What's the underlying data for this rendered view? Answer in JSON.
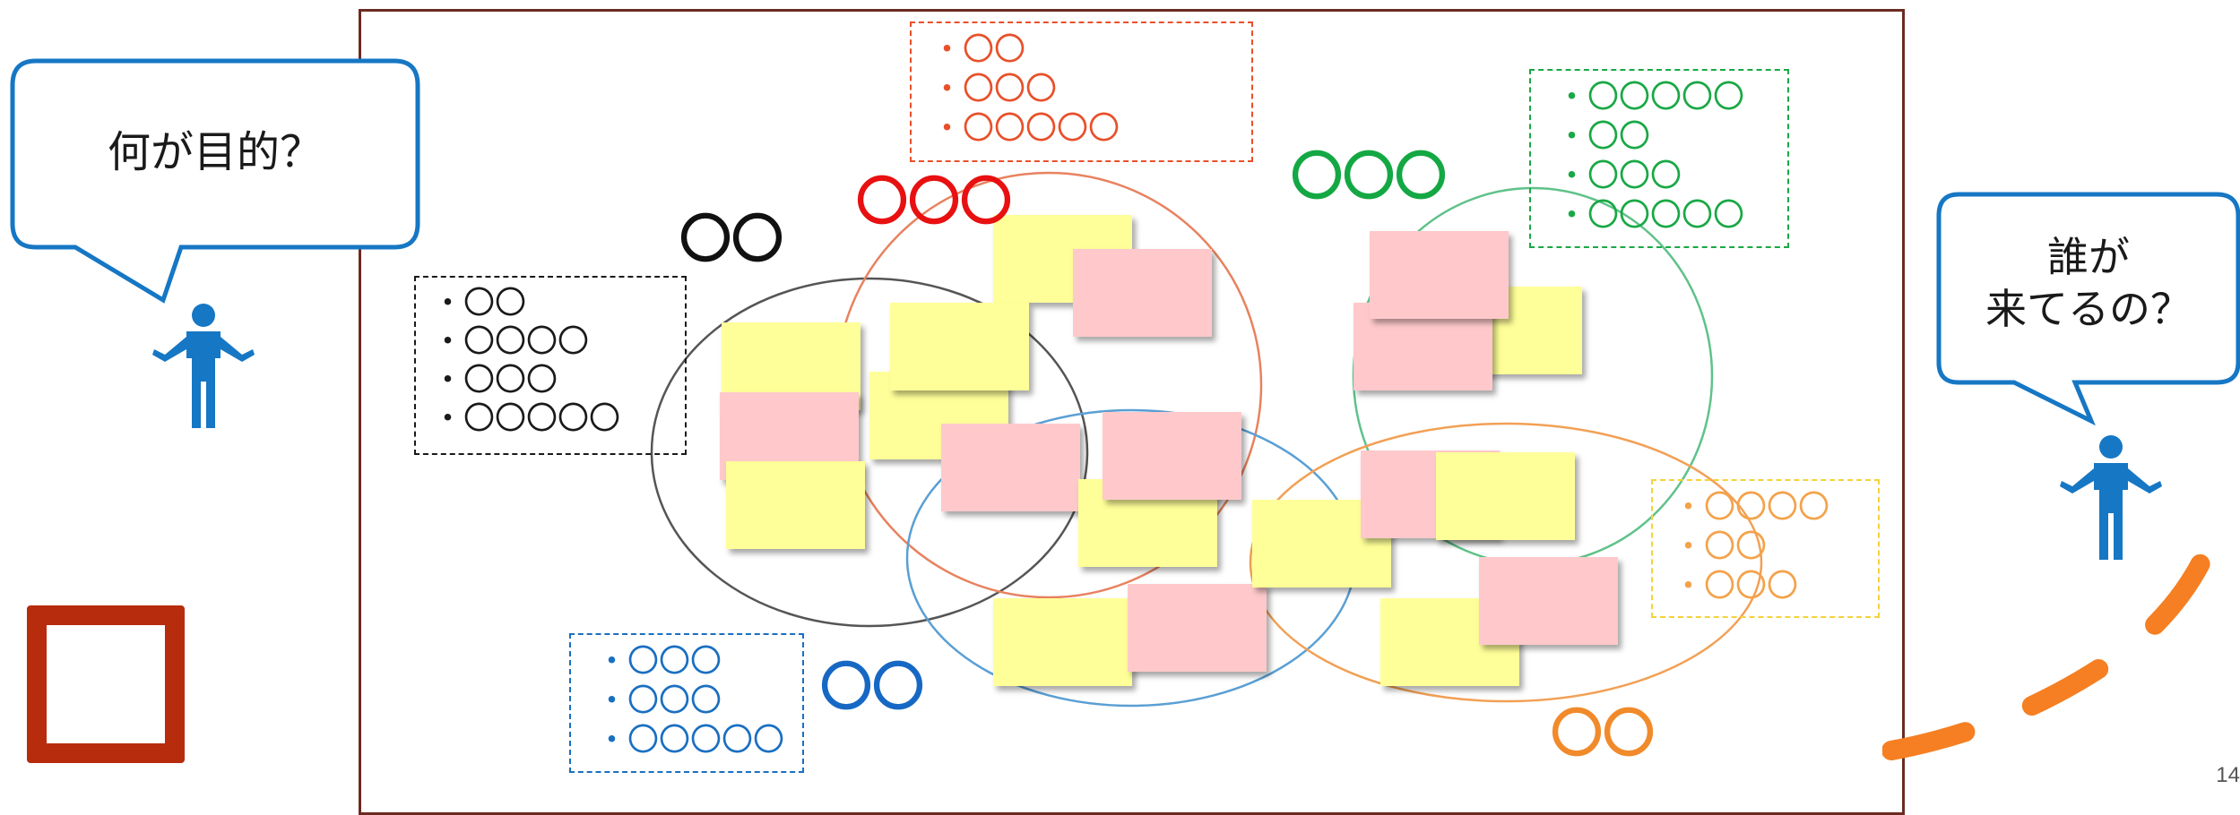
{
  "bubbles": {
    "left": {
      "text": "何が目的？"
    },
    "right": {
      "line1": "誰が",
      "line2": "来てるの？"
    }
  },
  "lists": {
    "black": {
      "color": "#1a1a1a",
      "items": [
        "・〇〇",
        "・〇〇〇〇",
        "・〇〇〇",
        "・〇〇〇〇〇"
      ]
    },
    "red": {
      "color": "#e8502a",
      "items": [
        "・〇〇",
        "・〇〇〇",
        "・〇〇〇〇〇"
      ]
    },
    "green": {
      "color": "#19a845",
      "items": [
        "・〇〇〇〇〇",
        "・〇〇",
        "・〇〇〇",
        "・〇〇〇〇〇"
      ]
    },
    "blue": {
      "color": "#1a6fc1",
      "items": [
        "・〇〇〇",
        "・〇〇〇",
        "・〇〇〇〇〇"
      ]
    },
    "orange": {
      "color": "#f4a24a",
      "items": [
        "・〇〇〇〇",
        "・〇〇",
        "・〇〇〇"
      ]
    }
  },
  "group_labels": {
    "black": {
      "text": "〇〇",
      "color": "#111111"
    },
    "red": {
      "text": "〇〇〇",
      "color": "#e81010"
    },
    "green": {
      "text": "〇〇〇",
      "color": "#14a844"
    },
    "blue": {
      "text": "〇〇",
      "color": "#1668c4"
    },
    "orange": {
      "text": "〇〇",
      "color": "#f18a2b"
    }
  },
  "colors": {
    "frame": "#6b2b22",
    "person": "#1677c4",
    "bubble_border": "#1677c4",
    "square": "#b72c0d",
    "dash": "#f57f22",
    "ellipse_black": "#555555",
    "ellipse_red": "#e8825f",
    "ellipse_blue": "#5a9fd4",
    "ellipse_green": "#5fc28a",
    "ellipse_orange": "#f2a055",
    "note_yellow": "#ffff99",
    "note_pink": "#ffc9cb"
  },
  "page_number": "14"
}
